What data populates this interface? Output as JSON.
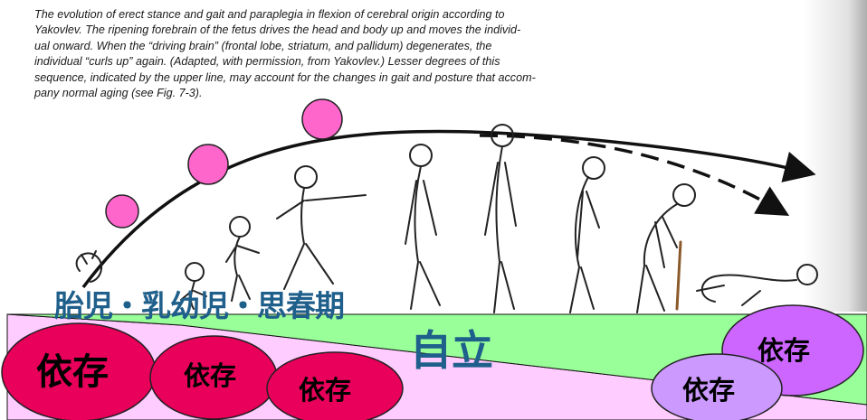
{
  "caption_lines": [
    "The evolution of erect stance and gait and paraplegia in flexion of cerebral origin according to",
    "Yakovlev. The ripening forebrain of the fetus drives the head and body up and moves the individ-",
    "ual onward. When the “driving brain” (frontal lobe, striatum, and pallidum) degenerates, the",
    "individual “curls up” again. (Adapted, with permission, from Yakovlev.) Lesser degrees of this",
    "sequence, indicated by the upper line, may account for the changes in gait and posture that accom-",
    "pany normal aging (see Fig. 7-3)."
  ],
  "labels": {
    "stage": "胎児・乳幼児・思春期",
    "independence": "自立",
    "dependence": [
      "依存",
      "依存",
      "依存",
      "依存",
      "依存"
    ]
  },
  "colors": {
    "green_band": "#99ff99",
    "pink_band": "#ffccff",
    "red_ellipse": "#e8005a",
    "purple_large": "#cc66ff",
    "purple_small": "#cc99ff",
    "pink_circle": "#ff66cc",
    "label_blue": "#1f5f8b"
  },
  "icons": [
    "human-figure-icon",
    "cane-icon"
  ]
}
